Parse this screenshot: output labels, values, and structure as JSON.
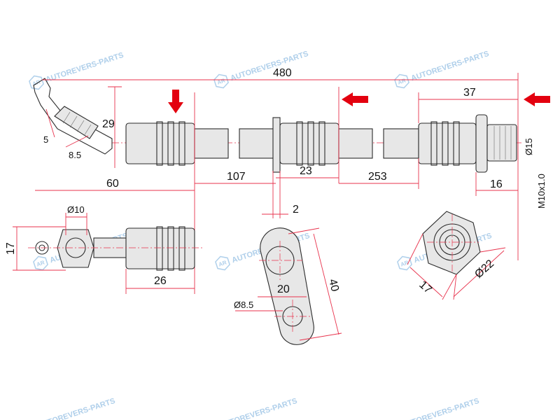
{
  "watermark": {
    "logo_text": "AR",
    "text": "AUTOREVERS-PARTS"
  },
  "dimensions": {
    "overall_length": "480",
    "end_fitting_length": "37",
    "bend_height": "29",
    "bend_offset": "5",
    "bend_ferrule": "8.5",
    "first_section": "60",
    "bracket_offset": "107",
    "bracket_ferrule": "23",
    "bracket_to_end": "253",
    "thread_length": "16",
    "thread_spec": "M10x1.0",
    "thread_diameter": "Ø15",
    "bracket_thickness": "2",
    "eye_width": "17",
    "eye_hole": "Ø10",
    "eye_ferrule": "26",
    "tab_height": "40",
    "tab_hole_spacing": "20",
    "tab_small_hole": "Ø8.5",
    "hex_size": "17",
    "hex_diameter": "Ø22"
  },
  "colors": {
    "dimension": "#e8334d",
    "arrow": "#e3000f",
    "outline": "#2b2b2b",
    "watermark": "#9cc4e6"
  }
}
